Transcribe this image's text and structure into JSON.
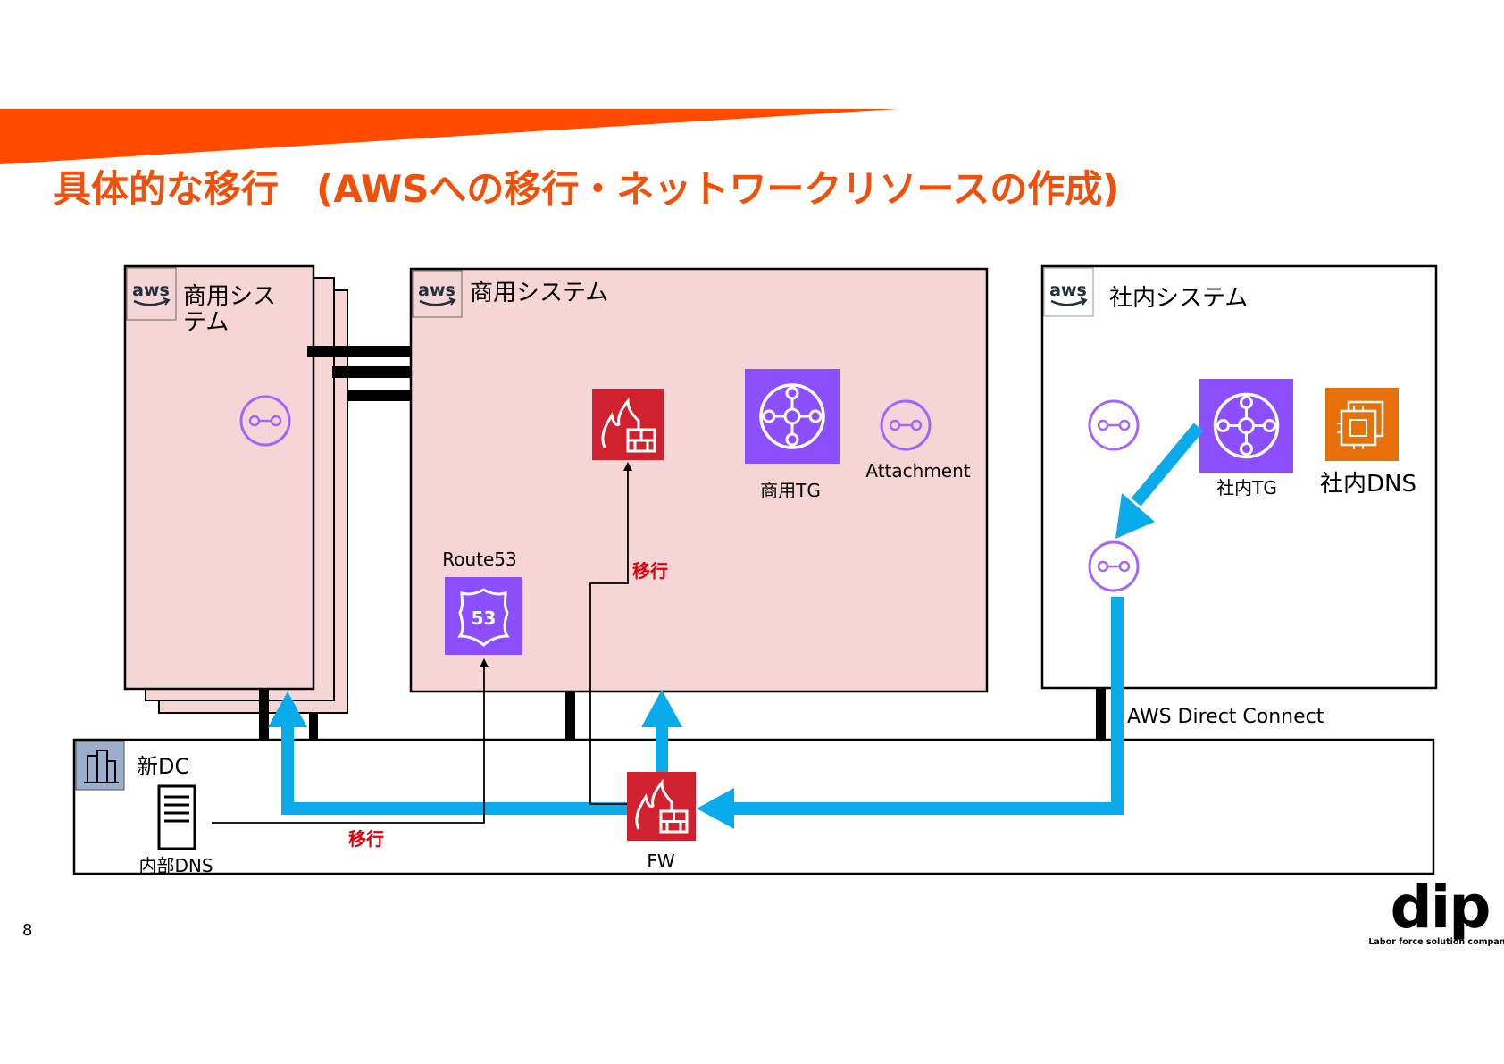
{
  "slide": {
    "title": "具体的な移行　(AWSへの移行・ネットワークリソースの作成)",
    "page_number": "8",
    "accent_color": "#FF4A00",
    "title_color": "#F0500A",
    "logo": {
      "text": "dip",
      "tagline": "Labor force solution company"
    }
  },
  "diagram": {
    "stacked_account": {
      "title": "商用システム"
    },
    "commercial_account": {
      "title": "商用システム",
      "route53_label": "Route53",
      "tg_label": "商用TG",
      "attachment_label": "Attachment"
    },
    "internal_account": {
      "title": "社内システム",
      "tg_label": "社内TG",
      "dns_label": "社内DNS"
    },
    "datacenter": {
      "title": "新DC",
      "dns_label": "内部DNS",
      "fw_label": "FW"
    },
    "direct_connect_label": "AWS Direct Connect",
    "migration_label_1": "移行",
    "migration_label_2": "移行",
    "colors": {
      "account_fill": "#F5D5D6",
      "flow_arrow": "#0AABEA",
      "tg_purple": "#8C4FFF",
      "fw_red": "#D0212E",
      "ec2_orange": "#E8700A",
      "attachment_purple": "#A166FF",
      "migration_text": "#E0000B"
    },
    "icons": [
      "aws-logo-icon",
      "transit-gateway-icon",
      "firewall-icon",
      "route53-icon",
      "attachment-icon",
      "ec2-instance-icon",
      "building-icon",
      "server-icon"
    ]
  }
}
